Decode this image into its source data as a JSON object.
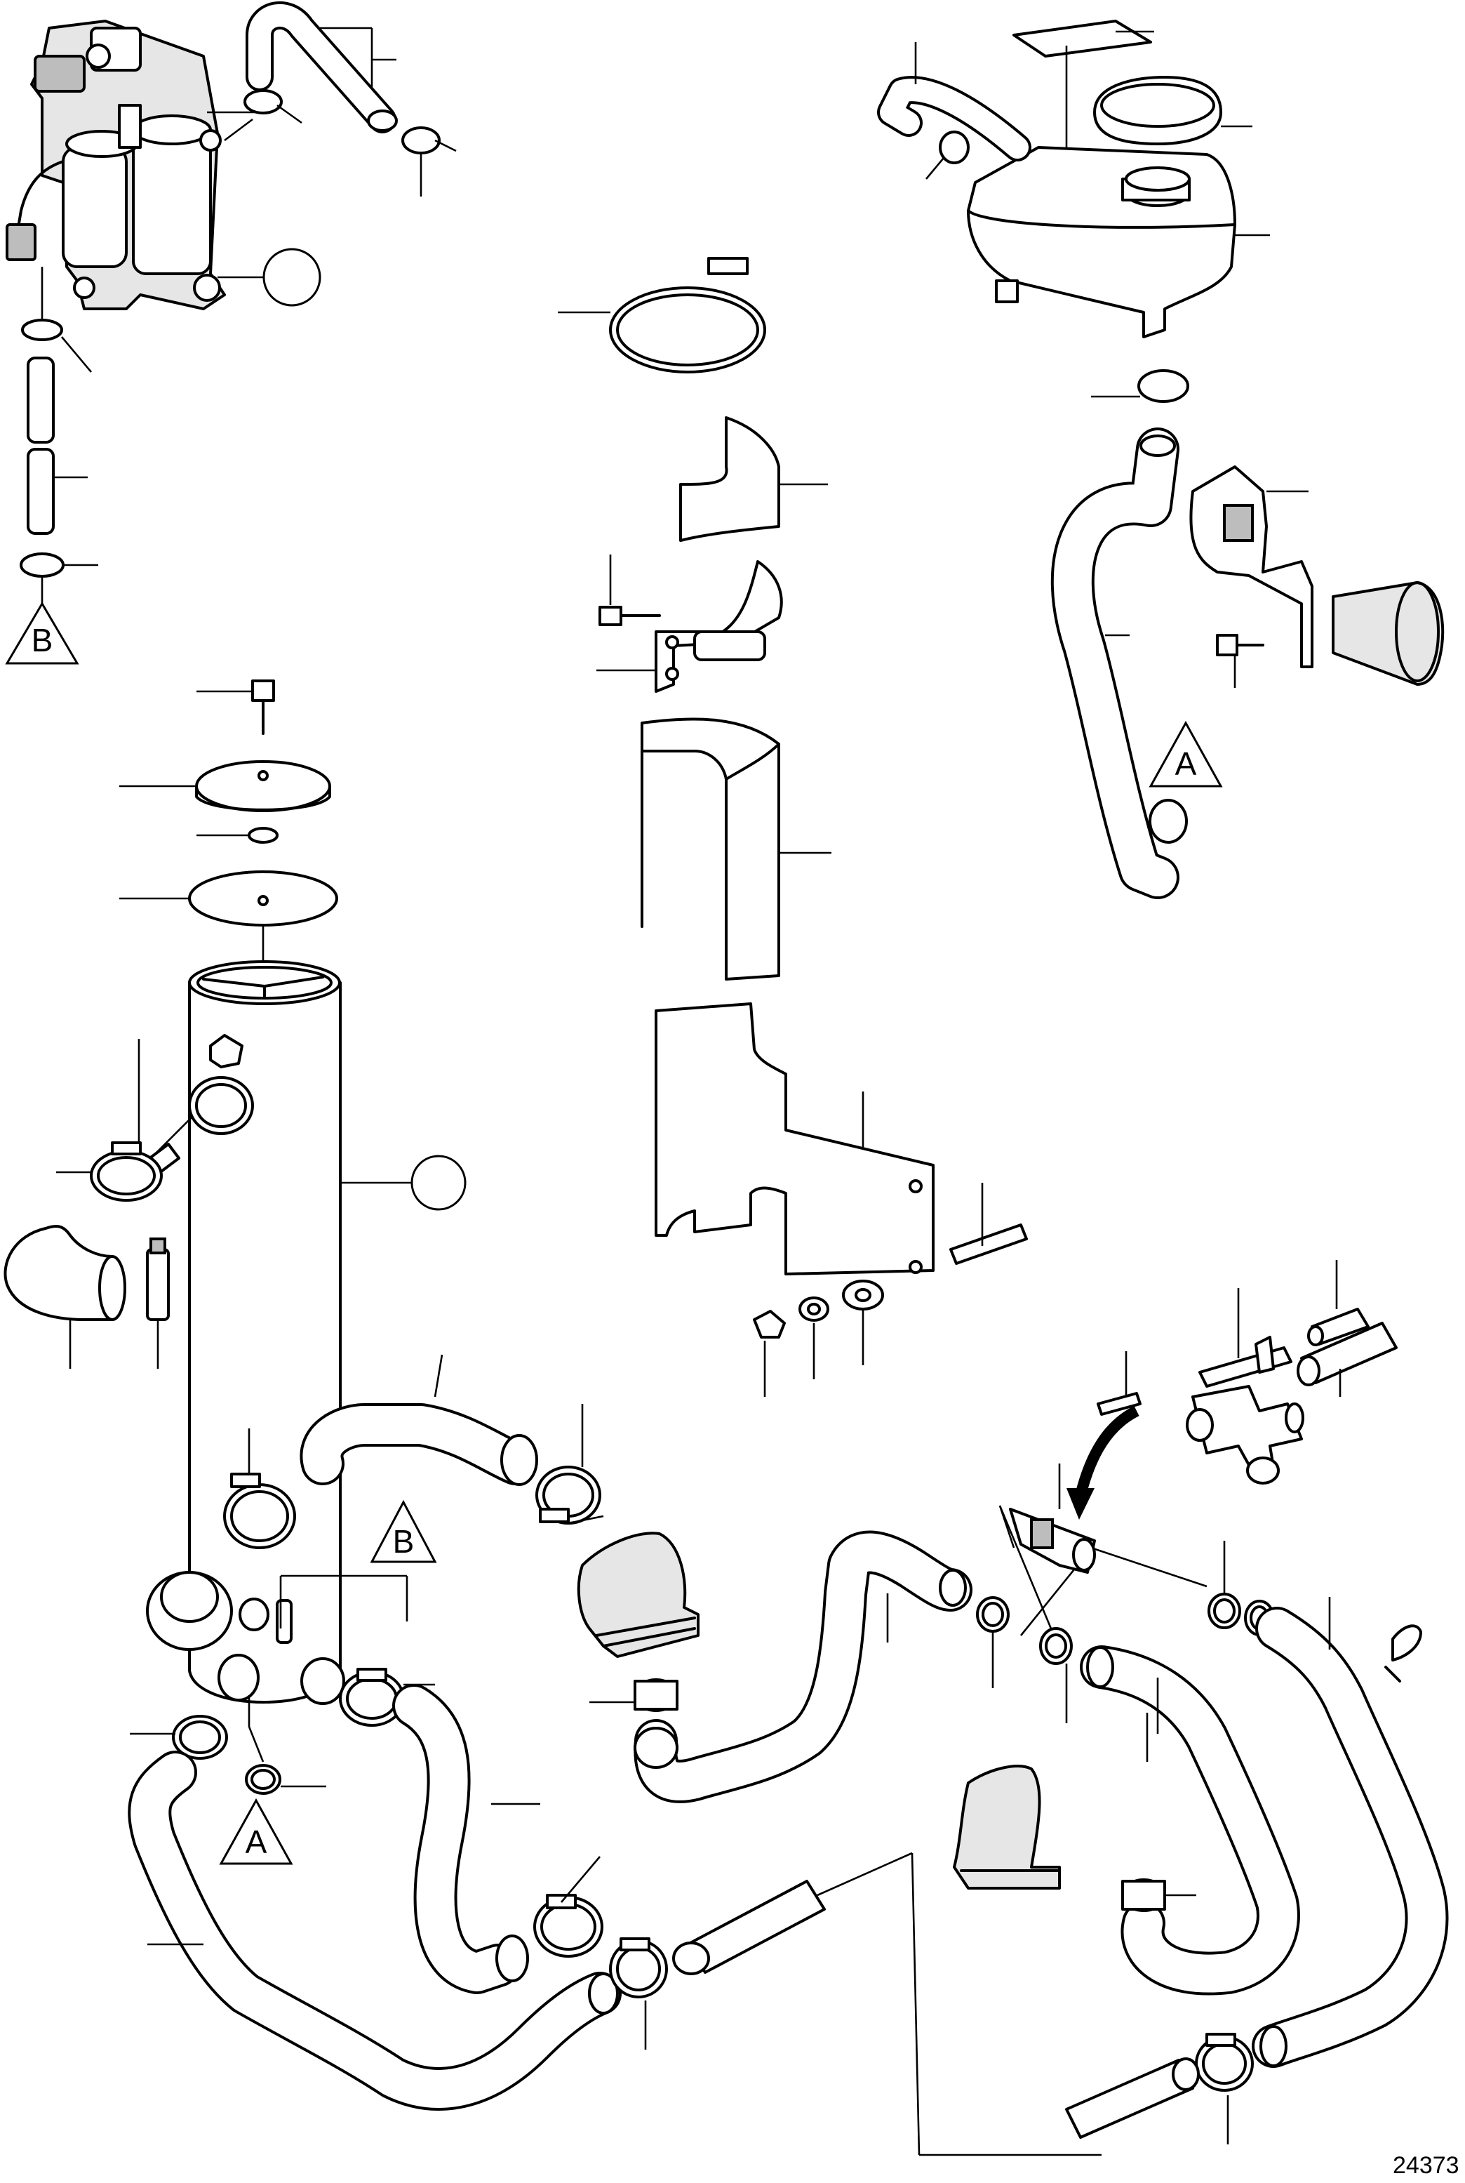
{
  "figure": {
    "number": "24373"
  },
  "reference_markers": [
    {
      "id": "ref-b-pump",
      "letter": "B"
    },
    {
      "id": "ref-a-tank",
      "letter": "A"
    },
    {
      "id": "ref-b-tube",
      "letter": "B"
    },
    {
      "id": "ref-a-bottom",
      "letter": "A"
    }
  ],
  "colors": {
    "line": "#000000",
    "background": "#ffffff",
    "shade": "#e6e6e6"
  }
}
